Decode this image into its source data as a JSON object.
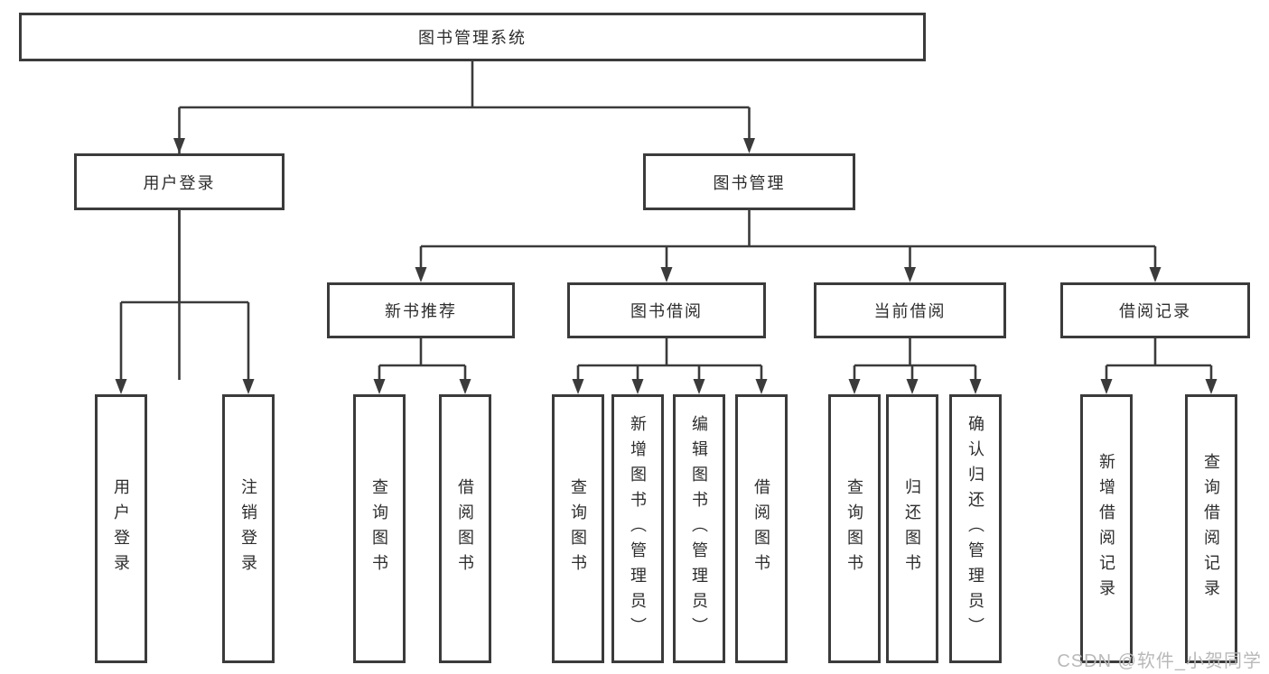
{
  "diagram": {
    "root": "图书管理系统",
    "level2": [
      "用户登录",
      "图书管理"
    ],
    "level3": [
      "新书推荐",
      "图书借阅",
      "当前借阅",
      "借阅记录"
    ],
    "leaves": {
      "user_login": [
        "用户登录",
        "注销登录"
      ],
      "new_book_recommend": [
        "查询图书",
        "借阅图书"
      ],
      "book_borrowing": [
        "查询图书",
        "新增图书（管理员）",
        "编辑图书（管理员）",
        "借阅图书"
      ],
      "current_borrowing": [
        "查询图书",
        "归还图书",
        "确认归还（管理员）"
      ],
      "borrowing_records": [
        "新增借阅记录",
        "查询借阅记录"
      ]
    }
  },
  "watermark": {
    "text": "CSDN @软件_小贺同学"
  },
  "colors": {
    "line": "#3b3b3b",
    "text": "#2d2d2d",
    "watermark": "#b9b9b9",
    "background": "#ffffff"
  }
}
